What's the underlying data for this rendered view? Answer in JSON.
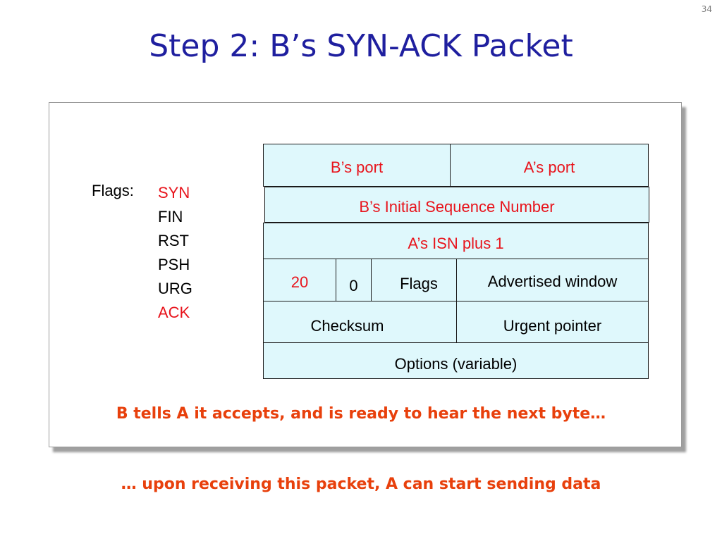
{
  "slide_number": "34",
  "title": "Step 2: B’s SYN-ACK Packet",
  "flags": {
    "label": "Flags:",
    "items": [
      {
        "text": "SYN",
        "color": "#e8141c"
      },
      {
        "text": "FIN",
        "color": "#000000"
      },
      {
        "text": "RST",
        "color": "#000000"
      },
      {
        "text": "PSH",
        "color": "#000000"
      },
      {
        "text": "URG",
        "color": "#000000"
      },
      {
        "text": "ACK",
        "color": "#e8141c"
      }
    ]
  },
  "header": {
    "src_port": "B’s port",
    "dst_port": "A’s port",
    "seq": "B’s Initial Sequence Number",
    "ack": "A’s ISN plus 1",
    "hdr_len": "20",
    "reserved": "0",
    "flags": "Flags",
    "window": "Advertised window",
    "checksum": "Checksum",
    "urgent": "Urgent pointer",
    "options": "Options (variable)"
  },
  "colors": {
    "highlight": "#e8141c",
    "cell_fill": "#dff8fc",
    "title": "#1f1f9f",
    "caption": "#e8400c"
  },
  "panel_caption": "B tells A it accepts, and is ready to hear the next byte…",
  "footer_caption": "… upon receiving this packet, A can start sending data"
}
